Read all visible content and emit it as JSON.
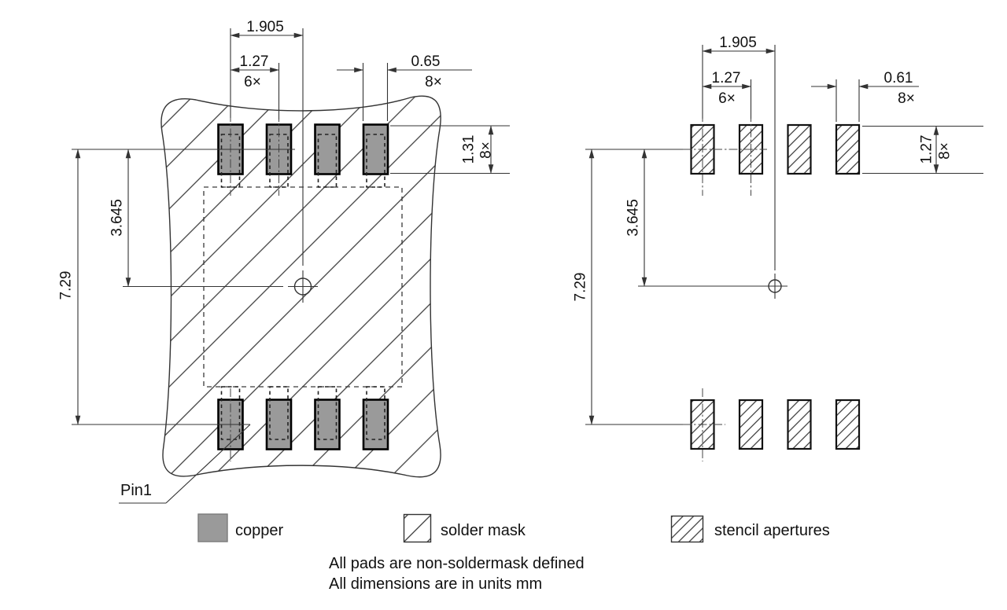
{
  "left_view": {
    "group_pitch": "1.905",
    "pitch": "1.27",
    "pitch_qty": "6×",
    "pad_width": "0.65",
    "pad_width_qty": "8×",
    "pad_height": "1.31",
    "pad_height_qty": "8×",
    "row_center_offset": "3.645",
    "row_spacing": "7.29",
    "pin1_label": "Pin1"
  },
  "right_view": {
    "group_pitch": "1.905",
    "pitch": "1.27",
    "pitch_qty": "6×",
    "aperture_width": "0.61",
    "aperture_width_qty": "8×",
    "aperture_height": "1.27",
    "aperture_height_qty": "8×",
    "row_center_offset": "3.645",
    "row_spacing": "7.29"
  },
  "legend": {
    "copper": "copper",
    "solder_mask": "solder mask",
    "stencil_apertures": "stencil apertures"
  },
  "notes": [
    "All pads are non-soldermask defined",
    "All dimensions are in units mm"
  ],
  "colors": {
    "copper": "#9a9a9a",
    "line": "#333333"
  }
}
